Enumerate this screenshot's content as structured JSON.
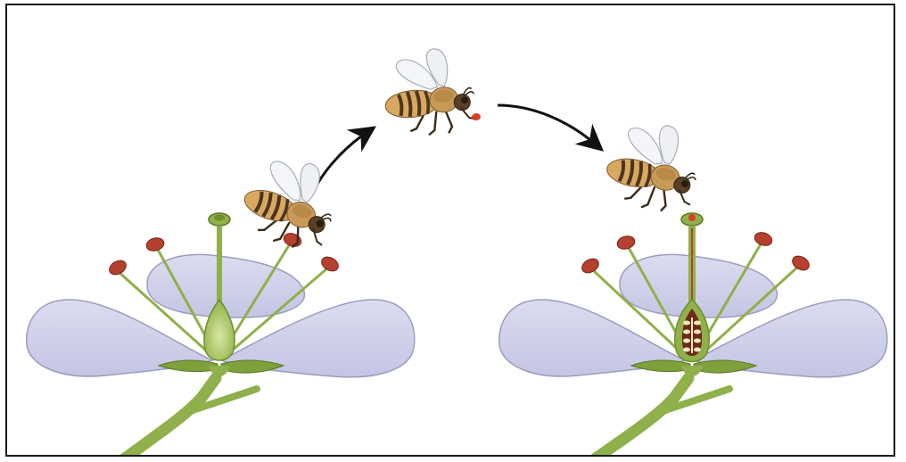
{
  "diagram": {
    "subject": "pollination",
    "flowers": [
      {
        "id": "left",
        "state": "pollen-on-anthers",
        "ovary": "closed"
      },
      {
        "id": "right",
        "state": "pollinated",
        "ovary": "cutaway-with-ovules"
      }
    ],
    "bees": [
      "bee-on-left-flower",
      "bee-in-flight-carrying-pollen",
      "bee-on-right-stigma"
    ],
    "arrows": [
      "arrow-left-to-middle",
      "arrow-middle-to-right"
    ],
    "colors": {
      "petal": "#cfd0ea",
      "petal_stroke": "#9c9dbf",
      "stem": "#8fb04a",
      "stem_dark": "#6e8f2c",
      "anther": "#b5402e",
      "bee_body": "#d9a860",
      "bee_stripe": "#4a3520",
      "wing": "#eef0f4",
      "arrow": "#111111",
      "ovary_inside": "#6e2a17",
      "ovule": "#f2e8c0",
      "border": "#1a1a1a"
    }
  }
}
